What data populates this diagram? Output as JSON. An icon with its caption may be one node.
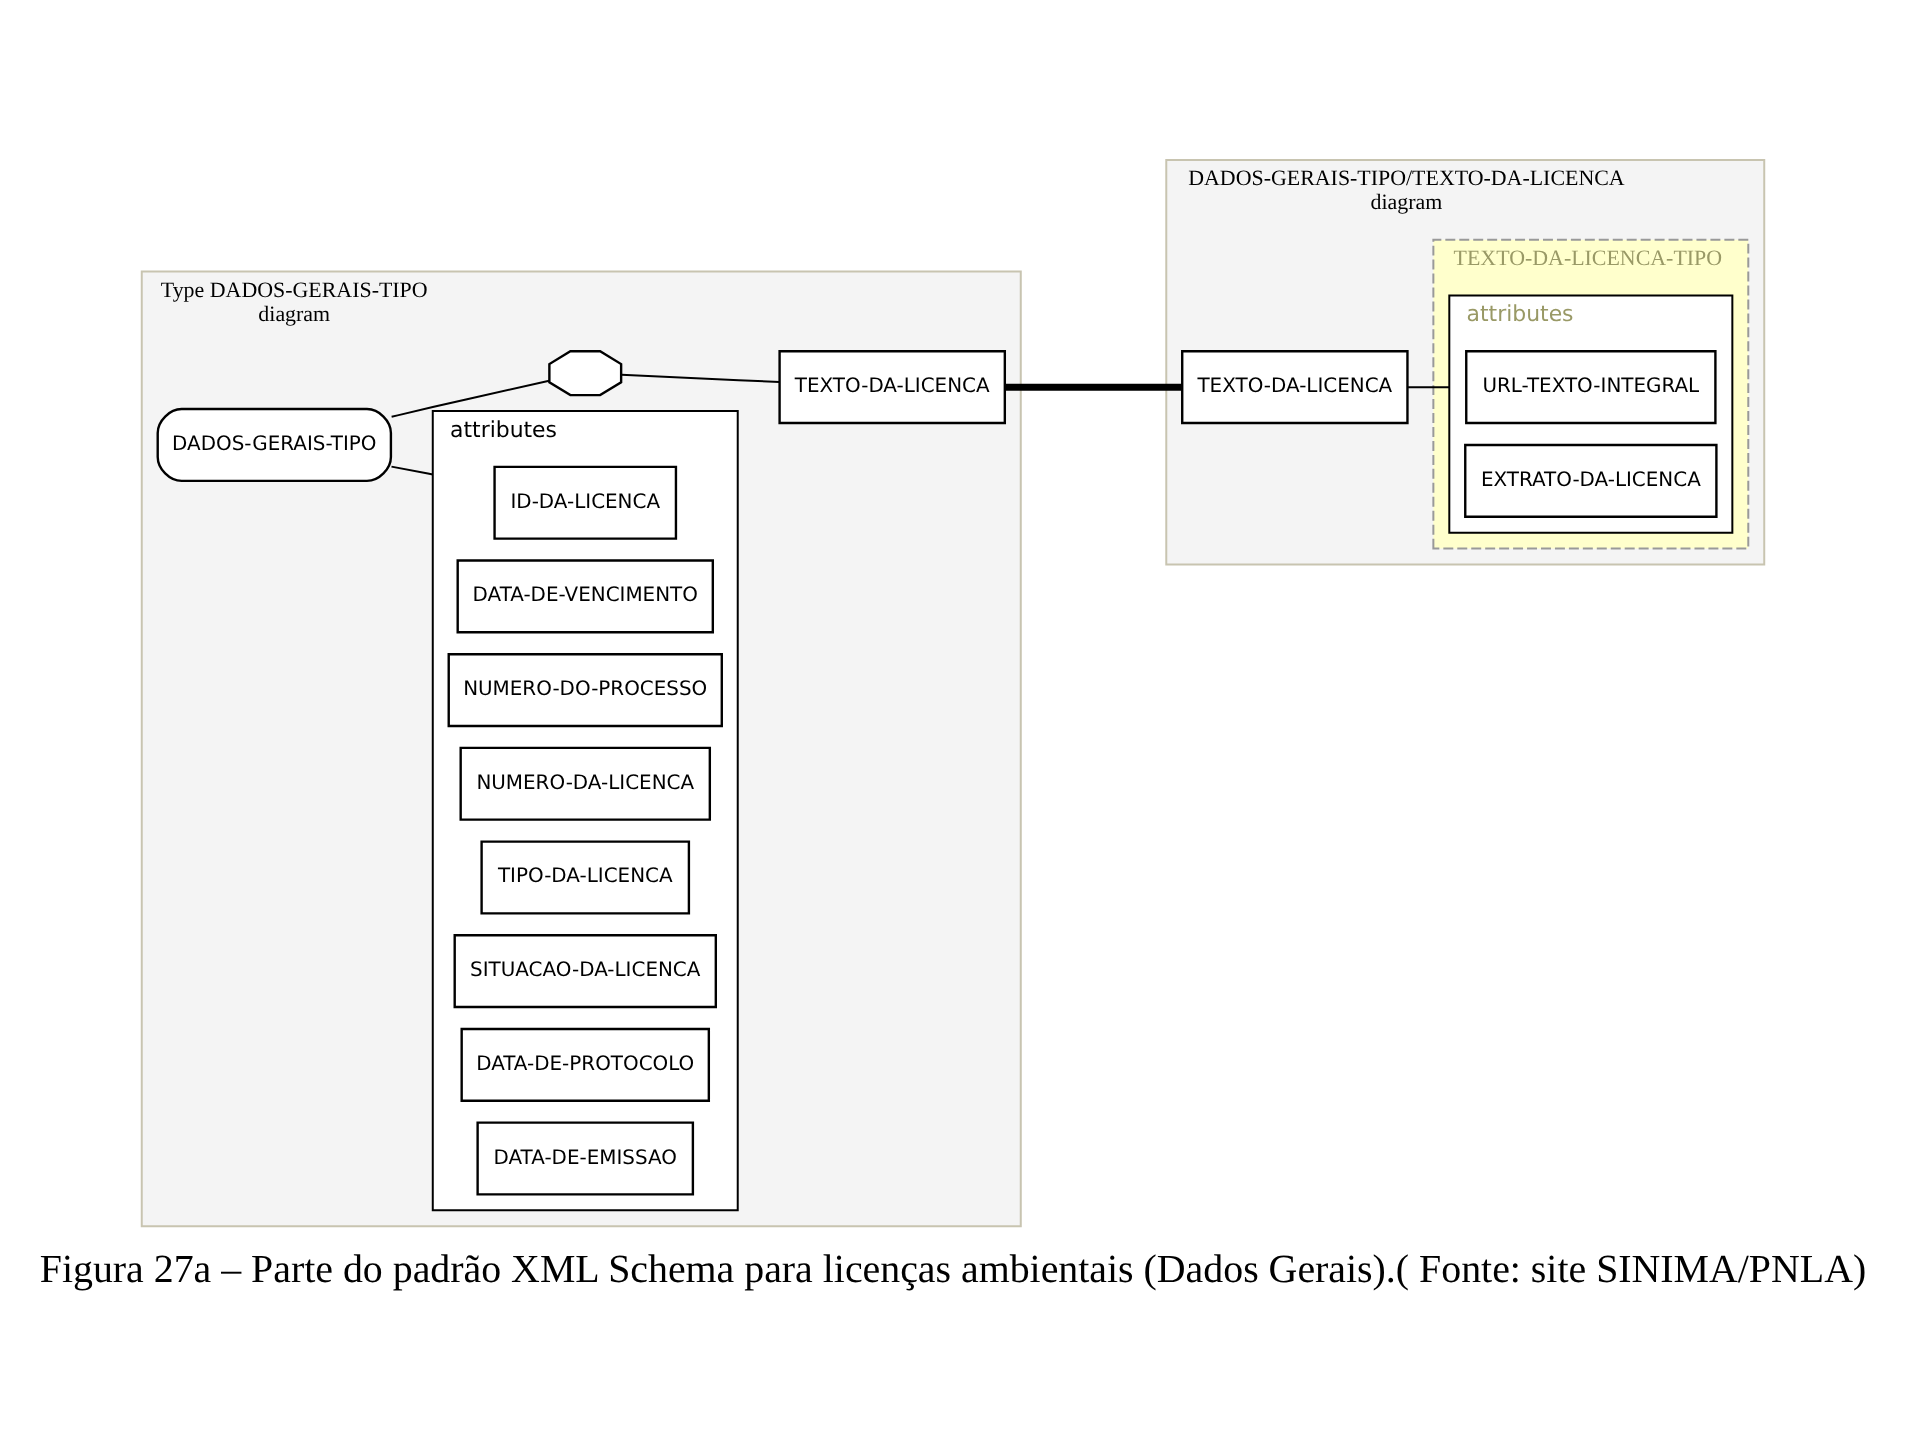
{
  "diagram": {
    "caption": "Figura 27a – Parte do padrão XML Schema para licenças ambientais (Dados Gerais).( Fonte: site SINIMA/PNLA)",
    "nodes": [
      {
        "text": [
          "Type DADOS-GERAIS-TIPO",
          "diagram"
        ]
      },
      {
        "text": [
          "DADOS-GERAIS-TIPO"
        ],
        "in": 0
      },
      {
        "text": [
          "attributes"
        ],
        "in": 0
      },
      {
        "text": [
          "ID-DA-LICENCA"
        ],
        "in": 2
      },
      {
        "text": [
          "DATA-DE-VENCIMENTO"
        ],
        "in": 2
      },
      {
        "text": [
          "NUMERO-DO-PROCESSO"
        ],
        "in": 2
      },
      {
        "text": [
          "NUMERO-DA-LICENCA"
        ],
        "in": 2
      },
      {
        "text": [
          "TIPO-DA-LICENCA"
        ],
        "in": 2
      },
      {
        "text": [
          "SITUACAO-DA-LICENCA"
        ],
        "in": 2
      },
      {
        "text": [
          "DATA-DE-PROTOCOLO"
        ],
        "in": 2
      },
      {
        "text": [
          "DATA-DE-EMISSAO"
        ],
        "in": 2
      },
      {
        "text": [],
        "shape": "octagon",
        "in": 0
      },
      {
        "text": [
          "TEXTO-DA-LICENCA"
        ],
        "in": 0
      },
      {
        "text": [
          "DADOS-GERAIS-TIPO/TEXTO-DA-LICENCA",
          "diagram"
        ]
      },
      {
        "text": [
          "TEXTO-DA-LICENCA"
        ],
        "in": 13
      },
      {
        "text": [
          "TEXTO-DA-LICENCA-TIPO"
        ],
        "in": 13
      },
      {
        "text": [
          "attributes"
        ],
        "in": 15
      },
      {
        "text": [
          "URL-TEXTO-INTEGRAL"
        ],
        "in": 16
      },
      {
        "text": [
          "EXTRATO-DA-LICENCA"
        ],
        "in": 16
      }
    ],
    "edges": [
      {
        "from": 1,
        "to": 2,
        "arrow": "none"
      },
      {
        "from": 1,
        "to": 11,
        "arrow": "none"
      },
      {
        "from": 11,
        "to": 12,
        "arrow": "none"
      },
      {
        "from": 12,
        "to": 14,
        "arrow": "none",
        "style": "thick"
      },
      {
        "from": 14,
        "to": 16,
        "arrow": "none"
      }
    ]
  }
}
